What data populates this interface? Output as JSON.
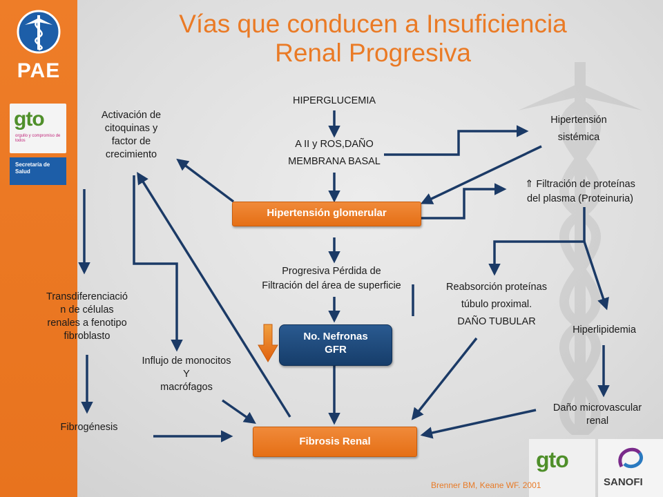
{
  "title_line1": "Vías que conducen a Insuficiencia",
  "title_line2": "Renal Progresiva",
  "nodes": {
    "hiperglucemia": "HIPERGLUCEMIA",
    "aii_line1": "A II y ROS,DAÑO",
    "aii_line2": "MEMBRANA BASAL",
    "hipertension_sist_line1": "Hipertensión",
    "hipertension_sist_line2": "sistémica",
    "filtracion_line1": "⇑ Filtración de proteínas",
    "filtracion_line2": "del plasma (Proteinuria)",
    "activacion_l1": "Activación de",
    "activacion_l2": "citoquinas y",
    "activacion_l3": "factor de",
    "activacion_l4": "crecimiento",
    "hipertension_glom": "Hipertensión glomerular",
    "progresiva_l1": "Progresiva Pérdida de",
    "progresiva_l2": "Filtración del área de superficie",
    "reabsorcion_l1": "Reabsorción proteínas",
    "reabsorcion_l2": "túbulo proximal.",
    "reabsorcion_l3": "DAÑO TUBULAR",
    "hiperlipidemia": "Hiperlipidemia",
    "transdif_l1": "Transdiferenciació",
    "transdif_l2": "n de células",
    "transdif_l3": "renales a fenotipo",
    "transdif_l4": "fibroblasto",
    "nefronas_l1": "No. Nefronas",
    "nefronas_l2": "GFR",
    "influjo_l1": "Influjo de monocitos",
    "influjo_l2": "Y",
    "influjo_l3": "macrófagos",
    "dano_micro_l1": "Daño microvascular",
    "dano_micro_l2": "renal",
    "fibrogenesis": "Fibrogénesis",
    "fibrosis_renal": "Fibrosis Renal"
  },
  "logos": {
    "pae": "PAE",
    "gto": "gto",
    "gto_tagline": "orgullo y compromiso de todos",
    "secretaria": "Secretaría de Salud",
    "sanofi": "SANOFI"
  },
  "citation": "Brenner BM, Keane WF. 2001",
  "colors": {
    "title": "#ea7a25",
    "arrow": "#1b3a66",
    "orange_box": "#e56f15",
    "blue_box": "#163d6a",
    "sidebar": "#ee7d28"
  }
}
